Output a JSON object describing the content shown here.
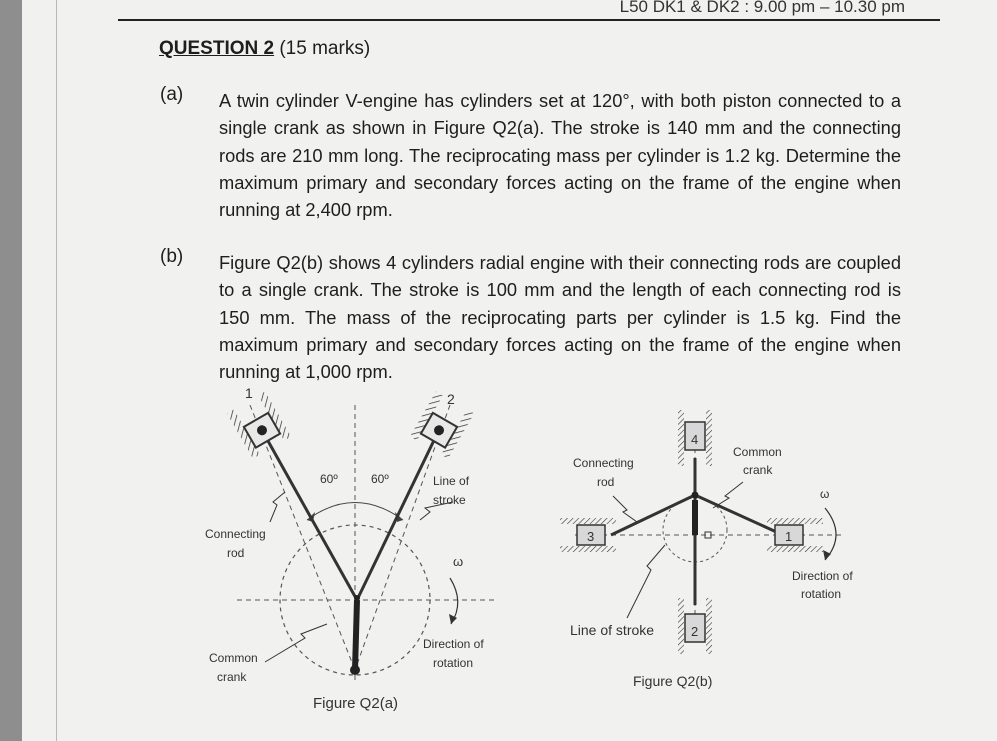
{
  "header": {
    "text": "L50 DK1 & DK2 : 9.00 pm – 10.30 pm"
  },
  "question": {
    "title": "QUESTION 2",
    "marks": "(15 marks)"
  },
  "parts": [
    {
      "label": "(a)",
      "text": "A twin cylinder V-engine has cylinders set at 120°, with both piston connected to a single crank as shown in Figure Q2(a).  The stroke is 140 mm and the connecting rods are 210 mm long.  The reciprocating mass per cylinder is 1.2 kg.  Determine the maximum primary and secondary forces acting on the frame of the engine when running at 2,400 rpm."
    },
    {
      "label": "(b)",
      "text": "Figure Q2(b) shows 4 cylinders radial engine with their connecting rods are coupled to a single crank.  The stroke is 100 mm and the length of each connecting rod is 150 mm.  The mass of the reciprocating parts per cylinder is 1.5 kg.  Find the maximum primary and secondary forces acting on the frame of the engine when running at 1,000 rpm."
    }
  ],
  "figureA": {
    "caption": "Figure Q2(a)",
    "cylinder1": "1",
    "cylinder2": "2",
    "angle_left": "60º",
    "angle_right": "60º",
    "line_of_stroke_1": "Line of",
    "line_of_stroke_2": "stroke",
    "connecting_rod_1": "Connecting",
    "connecting_rod_2": "rod",
    "omega": "ω",
    "direction_1": "Direction of",
    "direction_2": "rotation",
    "common_crank_1": "Common",
    "common_crank_2": "crank"
  },
  "figureB": {
    "caption": "Figure Q2(b)",
    "cylinder1": "1",
    "cylinder2": "2",
    "cylinder3": "3",
    "cylinder4": "4",
    "connecting_rod_1": "Connecting",
    "connecting_rod_2": "rod",
    "common_crank_1": "Common",
    "common_crank_2": "crank",
    "omega": "ω",
    "direction_1": "Direction of",
    "direction_2": "rotation",
    "line_of_stroke": "Line of stroke"
  }
}
